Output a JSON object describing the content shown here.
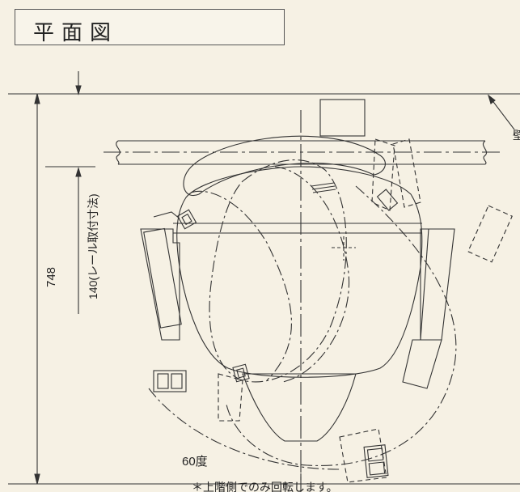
{
  "title": "平面図",
  "dimensions": {
    "overall_depth": "748",
    "rail_mount": "140(レール取付寸法)",
    "rotation_angle": "60度"
  },
  "notes": {
    "rotation_note": "＊上階側でのみ回転します。",
    "edge_fragment": "壁"
  },
  "colors": {
    "background": "#f6f1e4",
    "line": "#333333"
  }
}
